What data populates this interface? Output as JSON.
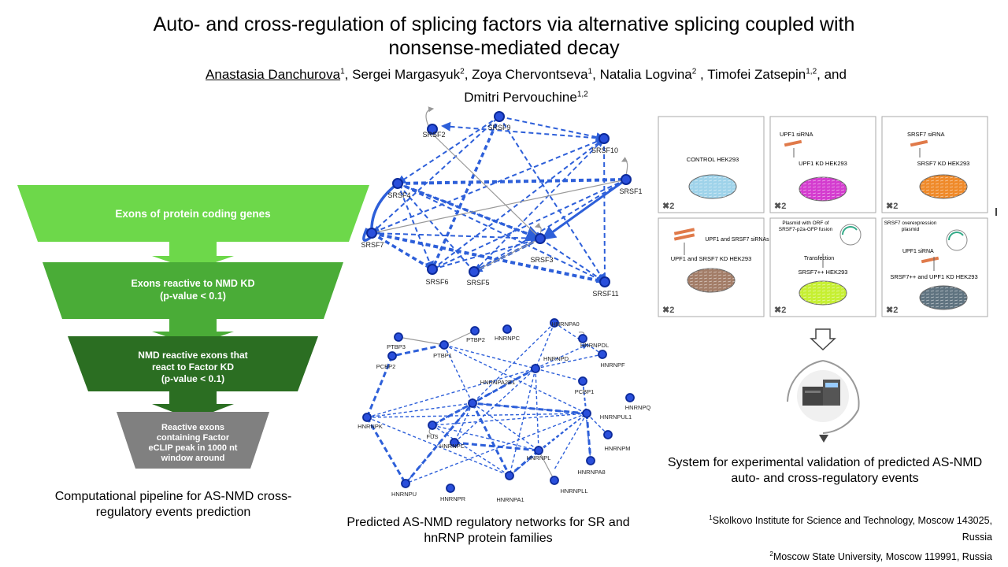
{
  "title_line1": "Auto- and cross-regulation of splicing factors via alternative splicing coupled with",
  "title_line2": "nonsense-mediated decay",
  "authors": [
    {
      "name": "Anastasia Danchurova",
      "sup": "1",
      "sep": ", "
    },
    {
      "name": "Sergei Margasyuk",
      "sup": "2",
      "sep": ", "
    },
    {
      "name": "Zoya Chervontseva",
      "sup": "1",
      "sep": ", "
    },
    {
      "name": "Natalia Logvina",
      "sup": "2",
      "sep": " , "
    },
    {
      "name": "Timofei Zatsepin",
      "sup": "1,2",
      "sep": ", and"
    },
    {
      "name": "Dmitri Pervouchine",
      "sup": "1,2",
      "sep": ""
    }
  ],
  "pipeline": {
    "steps": [
      {
        "text": "Exons of protein coding genes",
        "color": "#6dd84a"
      },
      {
        "text": "Exons reactive to NMD KD (p-value < 0.1)",
        "color": "#4aac37"
      },
      {
        "text": "NMD reactive exons that react to Factor KD (p-value < 0.1)",
        "color": "#2b6e22"
      },
      {
        "text": "Reactive exons containing Factor eCLIP peak in 1000 nt window around",
        "color": "#808080"
      }
    ],
    "caption": "Computational pipeline for AS-NMD cross-regulatory events prediction"
  },
  "sr_network": {
    "nodes": [
      "SRSF2",
      "SRSF9",
      "SRSF10",
      "SRSF1",
      "SRSF4",
      "SRSF7",
      "SRSF3",
      "SRSF6",
      "SRSF5",
      "SRSF11"
    ]
  },
  "hnrnp_network": {
    "nodes": [
      "HNRNPA0",
      "PTBP2",
      "HNRNPC",
      "PTBP3",
      "PTBP1",
      "HNRNPDL",
      "HNRNPD",
      "HNRNPF",
      "PCBP2",
      "HNRNPA2B1",
      "PCBP1",
      "HNRNPQ",
      "HNRNPUL1",
      "HNRNPK",
      "FUS",
      "HNRNPC",
      "HNRNPL",
      "HNRNPM",
      "HNRNPA8",
      "HNRNPU",
      "HNRNPR",
      "HNRNPA1",
      "HNRNPLL"
    ]
  },
  "network_caption": "Predicted AS-NMD regulatory networks for SR and hnRNP protein families",
  "experiments": [
    {
      "top": "",
      "label": "CONTROL HEK293",
      "count": "2",
      "dish": "#9fd3ea"
    },
    {
      "top": "UPF1 siRNA",
      "label": "UPF1 KD HEK293",
      "count": "2",
      "dish": "#d43ccf"
    },
    {
      "top": "SRSF7 siRNA",
      "label": "SRSF7 KD HEK293",
      "count": "2",
      "dish": "#ef8a2a"
    },
    {
      "top": "UPF1 and SRSF7 siRNAs",
      "label": "UPF1 and SRSF7 KD HEK293",
      "count": "2",
      "dish": "#a37d68"
    },
    {
      "top": "Plasmid with ORF of SRSF7-p2a-GFP fusion",
      "mid": "Transfection",
      "label": "SRSF7++ HEK293",
      "count": "2",
      "dish": "#c6ef32"
    },
    {
      "top": "SRSF7 overexpression plasmid",
      "mid": "UPF1 siRNA",
      "label": "SRSF7++ and UPF1 KD HEK293",
      "count": "2",
      "dish": "#5f7380"
    }
  ],
  "validation_caption": "System for experimental validation of predicted AS-NMD auto- and cross-regulatory events",
  "affiliations": [
    {
      "sup": "1",
      "text": "Skolkovo Institute for Science and Technology, Moscow 143025, Russia"
    },
    {
      "sup": "2",
      "text": "Moscow State University, Moscow 119991, Russia"
    }
  ]
}
